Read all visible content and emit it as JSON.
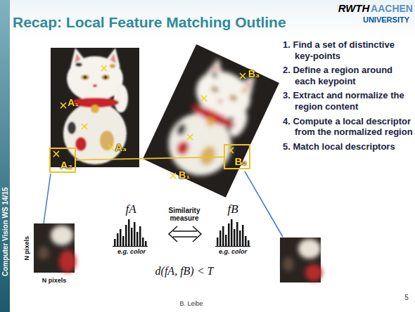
{
  "diagram": {
    "title": "Recap: Local Feature Matching Outline",
    "nodes": [
      {
        "text": [
          "A₂"
        ]
      },
      {
        "text": [
          "B₂"
        ]
      }
    ],
    "edges": [
      {
        "from": 0,
        "to": 1,
        "arrow": "none"
      }
    ],
    "labels": [
      "RWTH",
      "AACHEN",
      "UNIVERSITY",
      "Computer Vision WS 14/15",
      "A₁",
      "A₃",
      "B₃",
      "B₁",
      "1. Find a set of distinctive key-points",
      "2. Define a region around each keypoint",
      "3. Extract and normalize the region content",
      "4. Compute a local descriptor from the normalized region",
      "5. Match local descriptors",
      "N pixels",
      "N pixels",
      "fA",
      "Similarity measure",
      "fB",
      "e.g. color",
      "e.g. color",
      "d(fA, fB) < T",
      "B. Leibe",
      "5"
    ]
  }
}
